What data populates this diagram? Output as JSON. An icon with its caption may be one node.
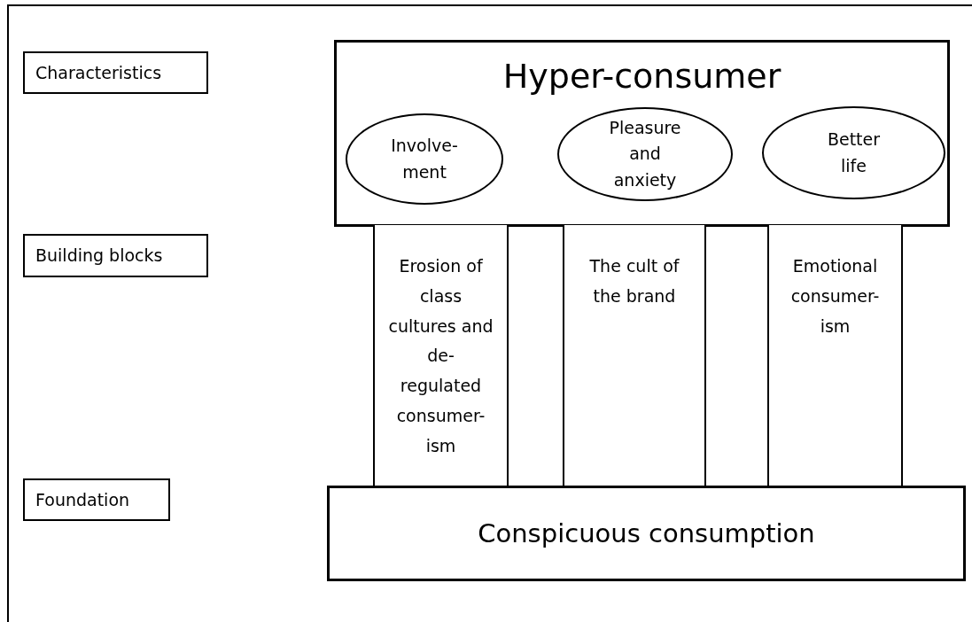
{
  "diagram": {
    "nodes": [
      {
        "text": [
          "Characteristics"
        ]
      },
      {
        "text": [
          "Building blocks"
        ]
      },
      {
        "text": [
          "Foundation"
        ]
      },
      {
        "text": [
          "Hyper-consumer"
        ]
      },
      {
        "text": [
          "Involve- ment"
        ],
        "in": 3
      },
      {
        "text": [
          "Pleasure and anxiety"
        ],
        "in": 3
      },
      {
        "text": [
          "Better life"
        ],
        "in": 3
      },
      {
        "text": [
          "Erosion of class cultures and de- regulated consumer- ism"
        ]
      },
      {
        "text": [
          "The cult of the brand"
        ]
      },
      {
        "text": [
          "Emotional consumer- ism"
        ]
      },
      {
        "text": [
          "Conspicuous consumption"
        ]
      }
    ]
  }
}
